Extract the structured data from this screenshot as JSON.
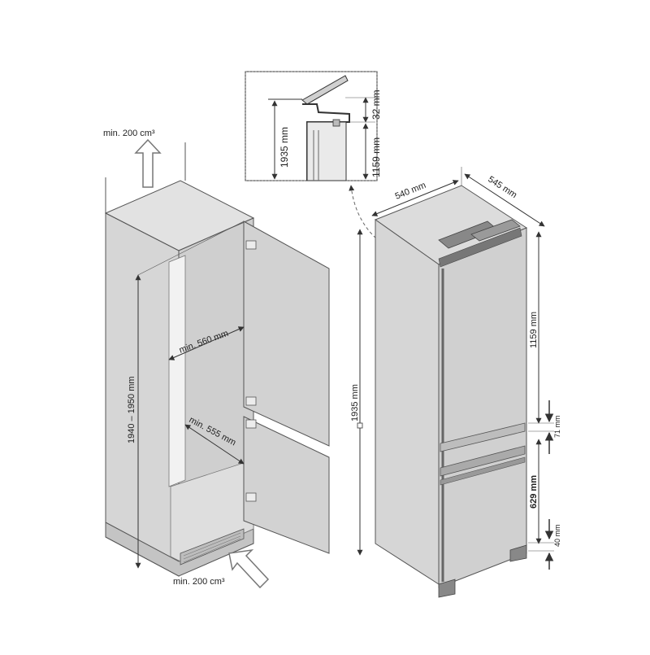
{
  "labels": {
    "vent_top": "min. 200 cm³",
    "vent_bottom": "min. 200 cm³",
    "niche_height": "1940 – 1950 mm",
    "niche_width": "min. 560 mm",
    "niche_depth": "min. 555 mm",
    "fridge_width": "540 mm",
    "fridge_depth": "545 mm",
    "fridge_height": "1935 mm",
    "upper_door": "1159 mm",
    "gap_upper": "71 mm",
    "lower_door": "629 mm",
    "gap_lower": "40 mm",
    "inset_total": "1935 mm",
    "inset_top": "32 mm",
    "inset_door": "1159 mm"
  },
  "colors": {
    "panel": "#d6d6d6",
    "panel_dark": "#c4c4c4",
    "panel_light": "#e2e2e2",
    "line": "#333333",
    "arrow_outline": "#777777"
  }
}
